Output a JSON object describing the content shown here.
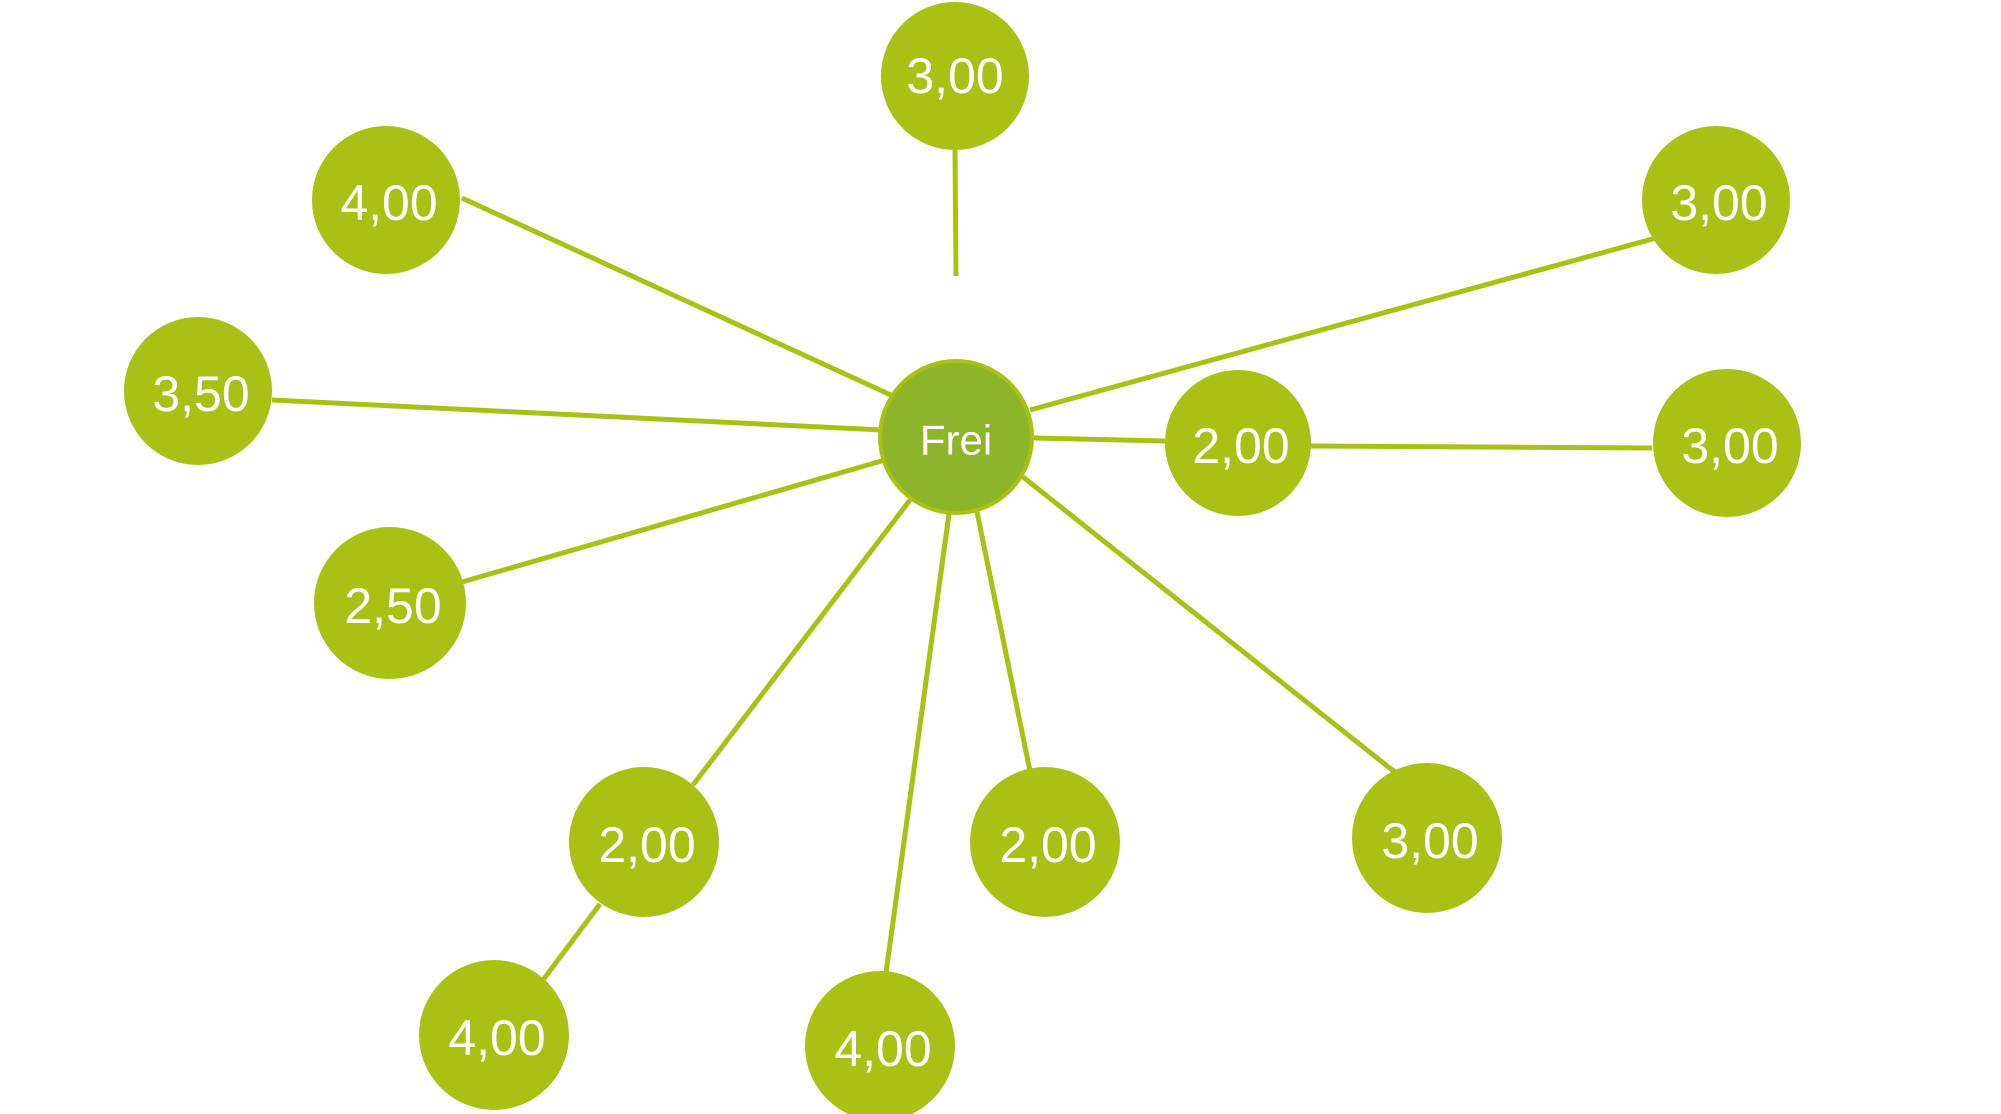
{
  "diagram": {
    "hub": {
      "label": "Frei"
    },
    "nodes": [
      {
        "id": "n-top",
        "label": "3,00"
      },
      {
        "id": "n-upper-left",
        "label": "4,00"
      },
      {
        "id": "n-upper-right",
        "label": "3,00"
      },
      {
        "id": "n-left",
        "label": "3,50"
      },
      {
        "id": "n-inner-right",
        "label": "2,00"
      },
      {
        "id": "n-far-right",
        "label": "3,00"
      },
      {
        "id": "n-lower-left",
        "label": "2,50"
      },
      {
        "id": "n-bottom-left-inner",
        "label": "2,00"
      },
      {
        "id": "n-bottom-middle",
        "label": "2,00"
      },
      {
        "id": "n-bottom-right",
        "label": "3,00"
      },
      {
        "id": "n-bottom-left-outer",
        "label": "4,00"
      },
      {
        "id": "n-bottom",
        "label": "4,00"
      }
    ],
    "colors": {
      "node": "#a9c115",
      "hub": "#8cb52a",
      "edge": "#a9c115",
      "text": "#ffffff"
    }
  }
}
